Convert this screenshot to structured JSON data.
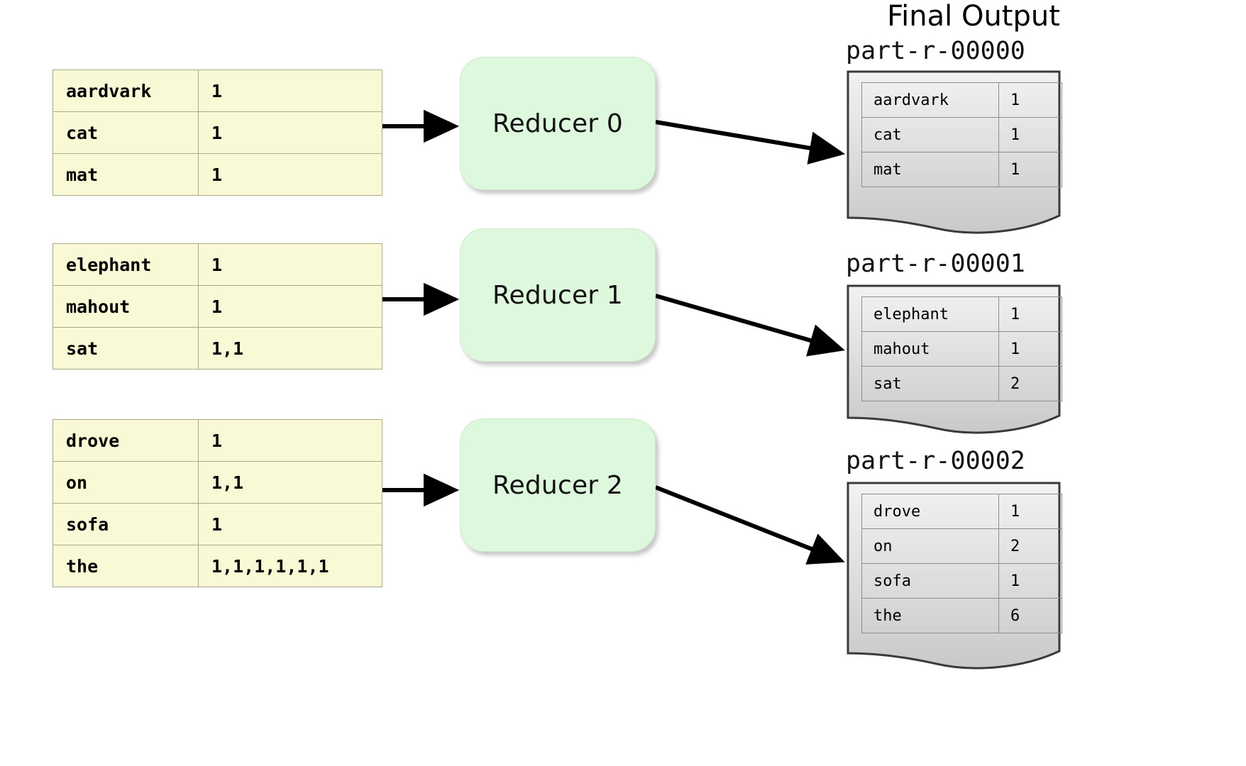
{
  "page": {
    "background": "#ffffff",
    "accent_green": "#ddf8dd",
    "accent_yellow": "#f9f9d6",
    "accent_gray": "#d2d2d2"
  },
  "final_output": {
    "title": "Final Output"
  },
  "shuffle_tables": [
    {
      "id": "in-0",
      "rows": [
        {
          "key": "aardvark",
          "value": "1"
        },
        {
          "key": "cat",
          "value": "1"
        },
        {
          "key": "mat",
          "value": "1"
        }
      ]
    },
    {
      "id": "in-1",
      "rows": [
        {
          "key": "elephant",
          "value": "1"
        },
        {
          "key": "mahout",
          "value": "1"
        },
        {
          "key": "sat",
          "value": "1,1"
        }
      ]
    },
    {
      "id": "in-2",
      "rows": [
        {
          "key": "drove",
          "value": "1"
        },
        {
          "key": "on",
          "value": "1,1"
        },
        {
          "key": "sofa",
          "value": "1"
        },
        {
          "key": "the",
          "value": "1,1,1,1,1,1"
        }
      ]
    }
  ],
  "reducers": [
    {
      "label": "Reducer 0"
    },
    {
      "label": "Reducer 1"
    },
    {
      "label": "Reducer 2"
    }
  ],
  "outputs": [
    {
      "filename": "part-r-00000",
      "rows": [
        {
          "key": "aardvark",
          "value": "1"
        },
        {
          "key": "cat",
          "value": "1"
        },
        {
          "key": "mat",
          "value": "1"
        }
      ]
    },
    {
      "filename": "part-r-00001",
      "rows": [
        {
          "key": "elephant",
          "value": "1"
        },
        {
          "key": "mahout",
          "value": "1"
        },
        {
          "key": "sat",
          "value": "2"
        }
      ]
    },
    {
      "filename": "part-r-00002",
      "rows": [
        {
          "key": "drove",
          "value": "1"
        },
        {
          "key": "on",
          "value": "2"
        },
        {
          "key": "sofa",
          "value": "1"
        },
        {
          "key": "the",
          "value": "6"
        }
      ]
    }
  ]
}
